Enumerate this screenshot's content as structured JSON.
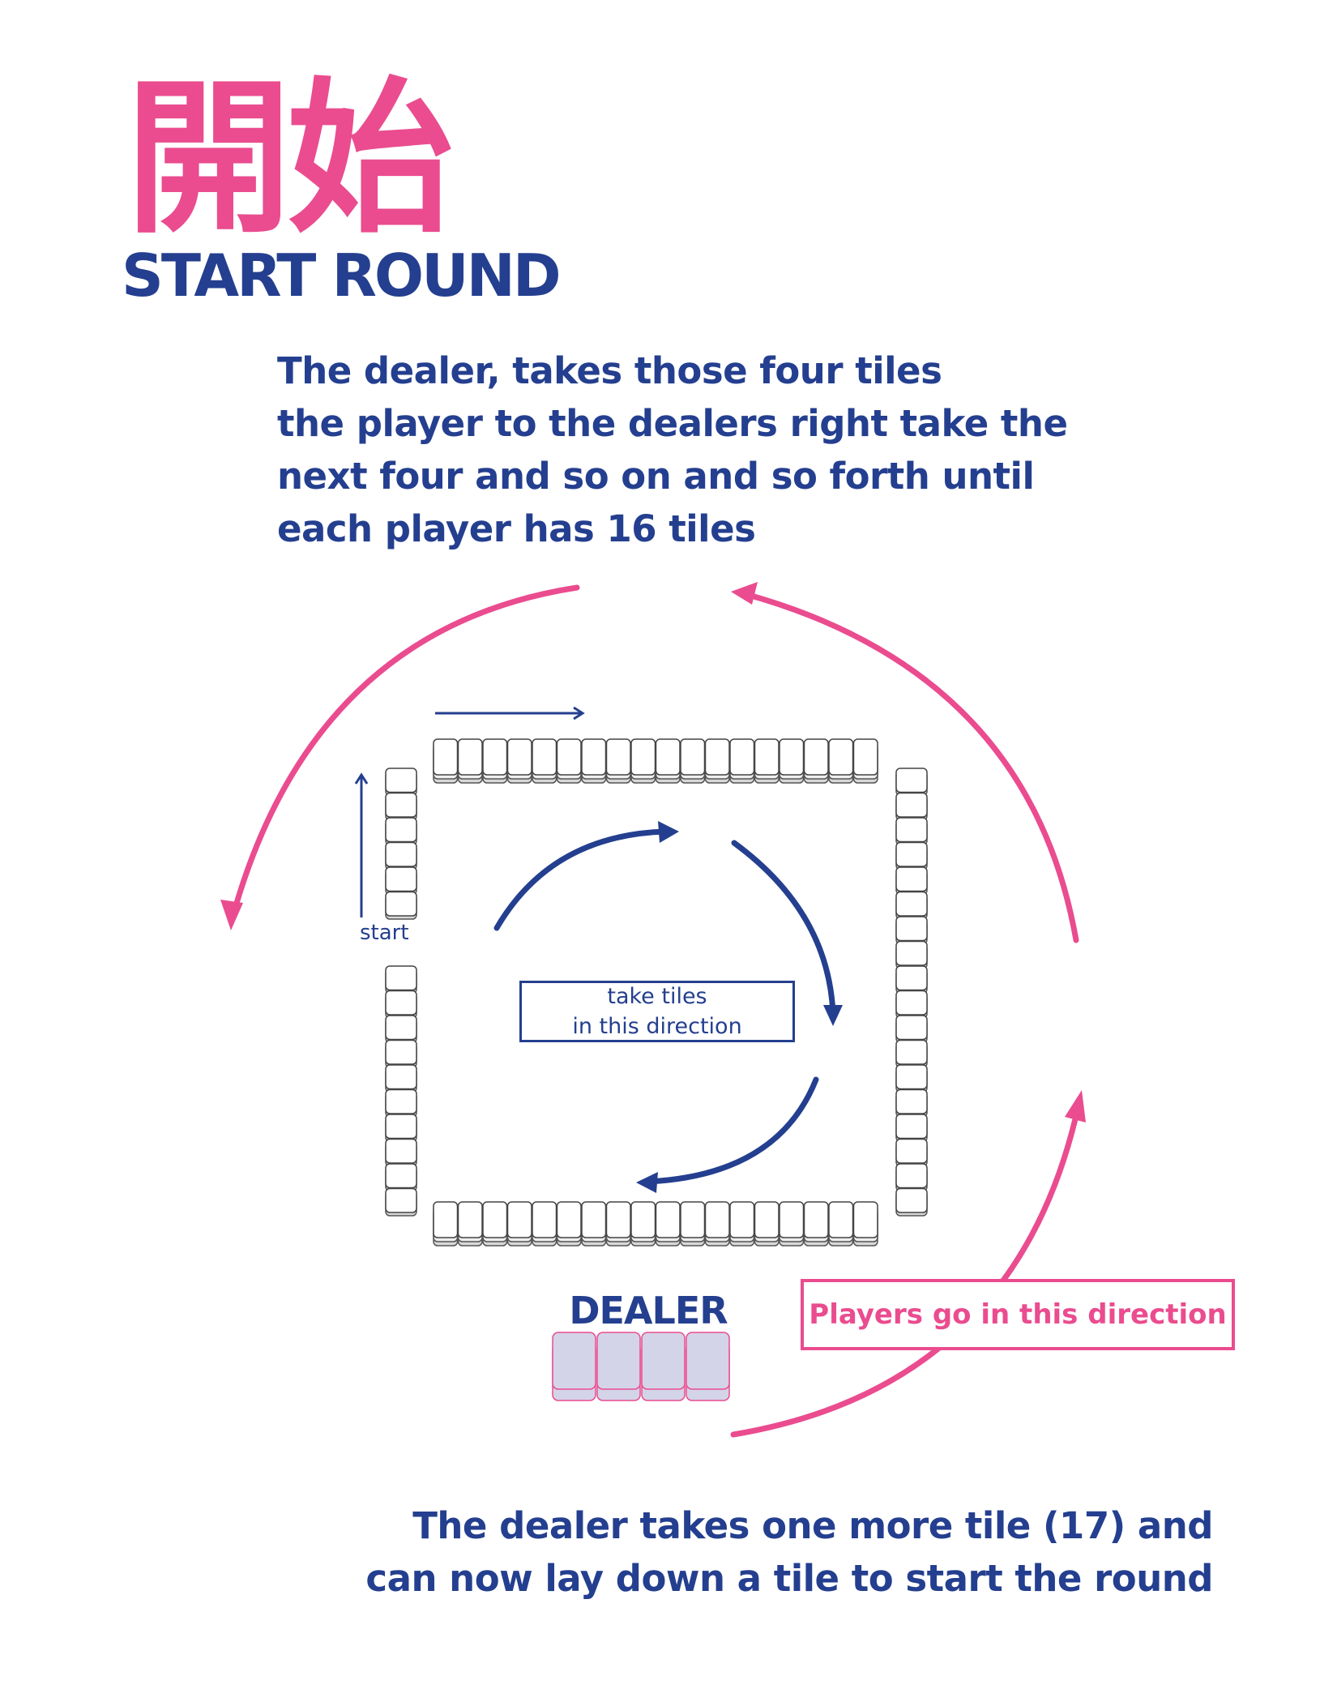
{
  "title": {
    "chinese": "開始",
    "english": "START ROUND"
  },
  "intro": {
    "lines": [
      "The dealer, takes those four tiles",
      "the player to the dealers right take the",
      "next four and so on and so forth until",
      "each player has 16 tiles"
    ]
  },
  "diagram": {
    "start_label": "start",
    "take_label_line1": "take tiles",
    "take_label_line2": "in this direction",
    "dealer_label": "DEALER",
    "players_label": "Players go in this direction",
    "wall_tiles_per_side": 18,
    "dealer_hand_tiles": 4
  },
  "outro": {
    "lines": [
      "The dealer takes one more tile (17) and",
      "can now lay down a tile to start the round"
    ]
  },
  "colors": {
    "pink": "#ea4c8f",
    "navy": "#243f8f",
    "tile_fill": "#ffffff",
    "tile_shadow": "#d8d8d8",
    "dealer_tile": "#d3d4e8"
  }
}
